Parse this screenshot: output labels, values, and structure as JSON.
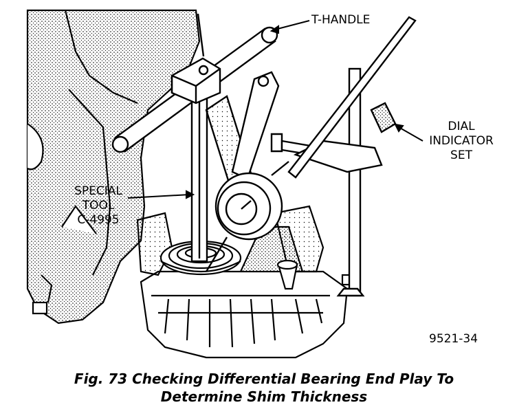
{
  "labels": {
    "t_handle": "T-HANDLE",
    "dial_indicator": [
      "DIAL",
      "INDICATOR",
      "SET"
    ],
    "special_tool": [
      "SPECIAL",
      "TOOL",
      "C-4995"
    ]
  },
  "figure_number": "9521-34",
  "caption": {
    "line1": "Fig. 73 Checking Differential Bearing End Play To",
    "line2": "Determine Shim Thickness"
  }
}
